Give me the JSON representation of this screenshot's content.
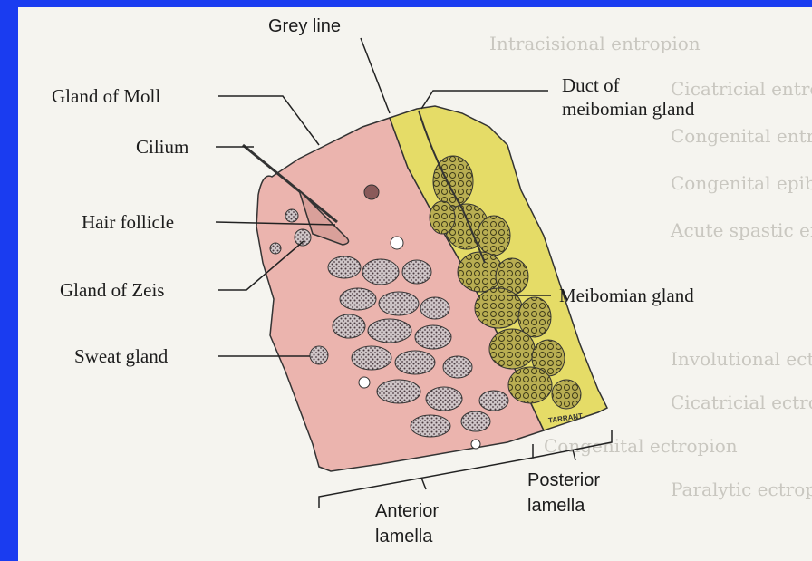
{
  "colors": {
    "border": "#1a3cf0",
    "paper": "#f5f4ef",
    "anterior_lamella": "#eab4b0",
    "tarsal_plate": "#e3d85c",
    "gland_tissue": "#b5a84a",
    "outline": "#333333"
  },
  "background_text": {
    "lines": [
      "Intracisional entropion",
      "Cicatricial entropion",
      "Congenital entropion",
      "Congenital epiblepharon",
      "Acute spastic entropion",
      "Involutional ectropion",
      "Cicatricial ectropion",
      "Congenital ectropion",
      "Paralytic ectropion"
    ]
  },
  "labels": {
    "grey_line": "Grey line",
    "gland_of_moll": "Gland of Moll",
    "cilium": "Cilium",
    "hair_follicle": "Hair follicle",
    "gland_of_zeis": "Gland of Zeis",
    "sweat_gland": "Sweat gland",
    "duct_line1": "Duct of",
    "duct_line2": "meibomian gland",
    "meibomian_gland": "Meibomian gland",
    "anterior_line1": "Anterior",
    "anterior_line2": "lamella",
    "posterior_line1": "Posterior",
    "posterior_line2": "lamella"
  },
  "signature": "TARRANT"
}
